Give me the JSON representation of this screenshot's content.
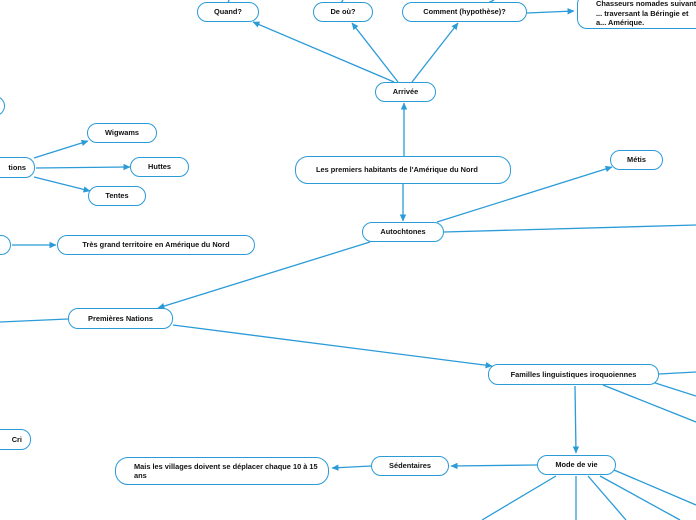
{
  "colors": {
    "edge": "#2b9bd8",
    "border": "#2b9bd8",
    "text": "#111111",
    "background": "#ffffff"
  },
  "nodes": {
    "root": "Les premiers habitants de l'Amérique du Nord",
    "arrivee": "Arrivée",
    "quand": "Quand?",
    "de_ou": "De où?",
    "comment": "Comment (hypothèse)?",
    "chasseurs": "Chasseurs nomades suivant ... traversant la Béringie et a... Amérique.",
    "autochtones": "Autochtones",
    "metis": "Métis",
    "premieres_nations": "Premières Nations",
    "habitations": "tions",
    "wigwams": "Wigwams",
    "huttes": "Huttes",
    "tentes": "Tentes",
    "territoire": "Très grand territoire en Amérique du Nord",
    "familles": "Familles linguistiques iroquoiennes",
    "mode_de_vie": "Mode de vie",
    "sedentaires": "Sédentaires",
    "villages": "Mais les villages doivent se déplacer chaque 10 à 15 ans",
    "cri": "Cri"
  }
}
